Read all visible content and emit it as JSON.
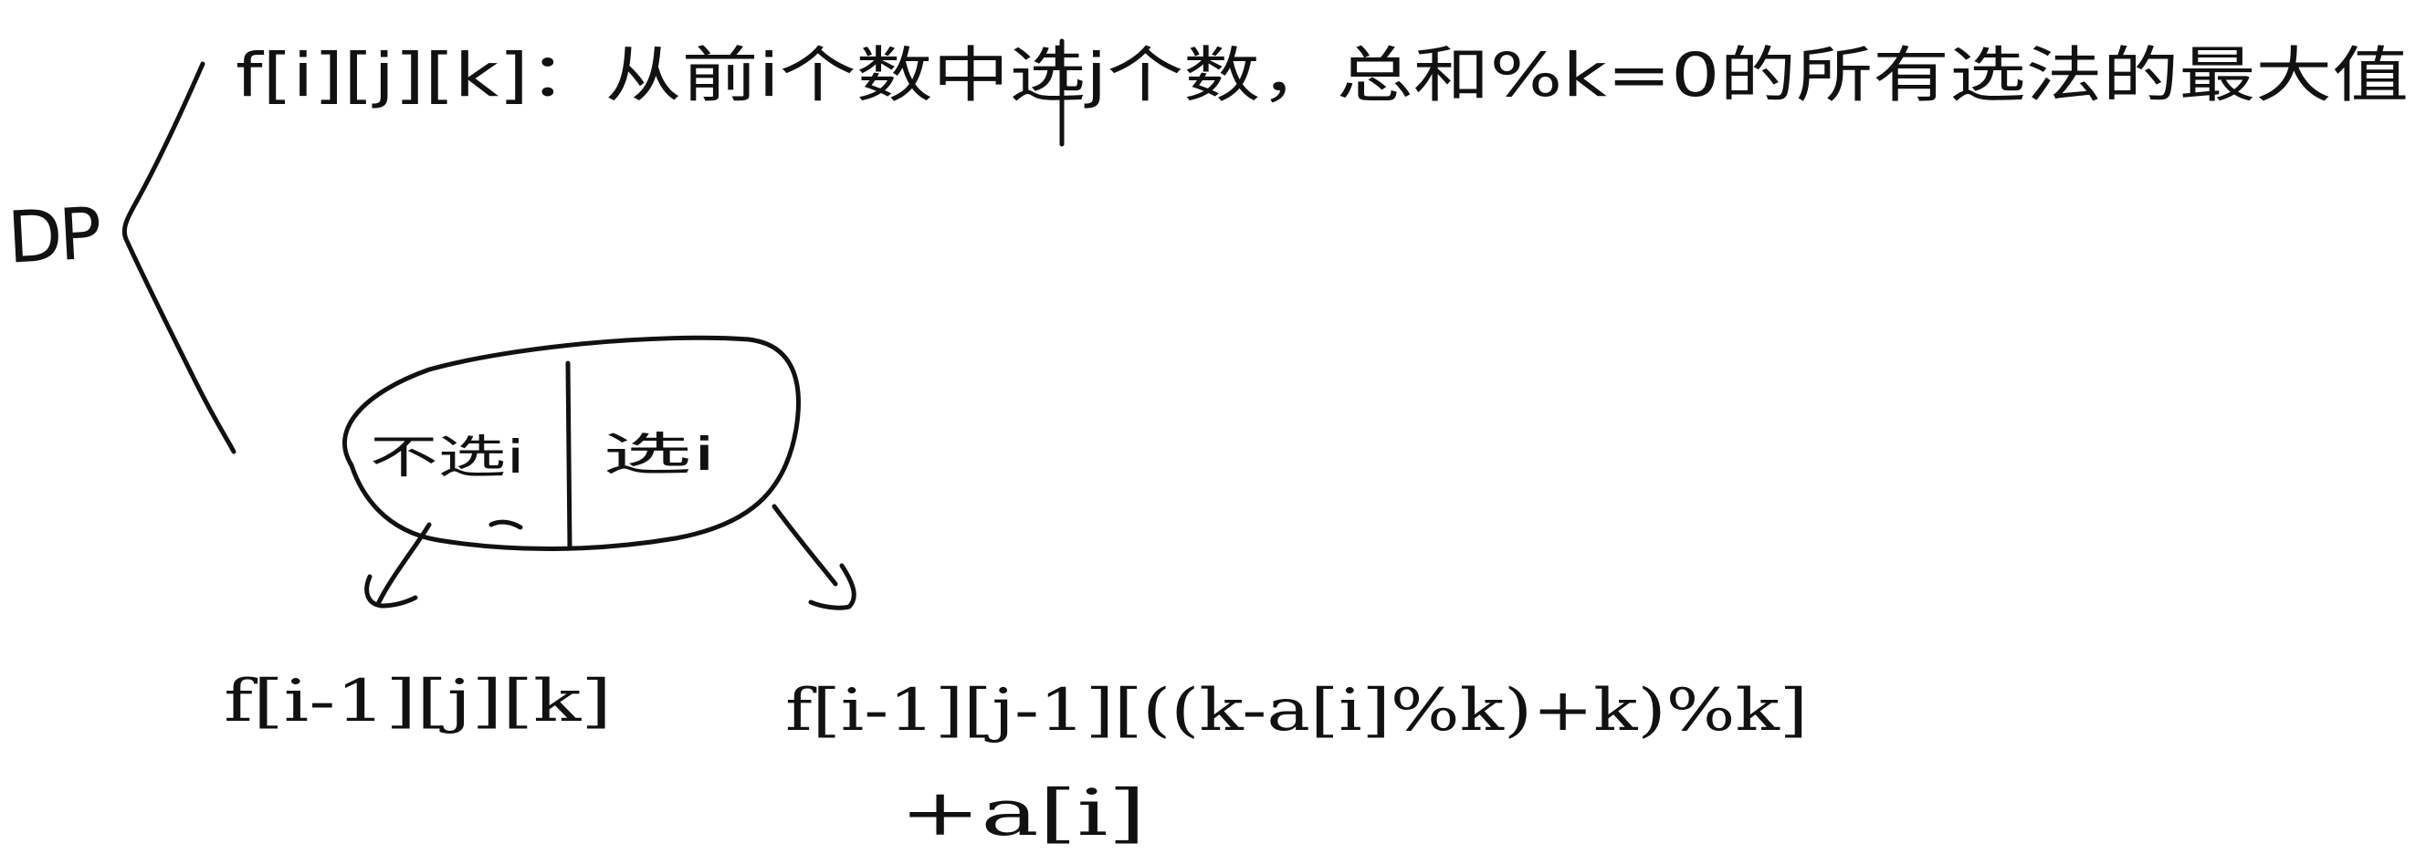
{
  "dp_label": "DP",
  "definition": "f[i][j][k]：从前i个数中选j个数，总和%k=0的所有选法的最大值",
  "partition": {
    "left_label": "不选i",
    "right_label": "选i"
  },
  "transitions": {
    "not_select": "f[i-1][j][k]",
    "select_line1": "f[i-1][j-1][((k-a[i]%k)+k)%k]",
    "select_line2": "+a[i]"
  },
  "ink_color": "#111111"
}
